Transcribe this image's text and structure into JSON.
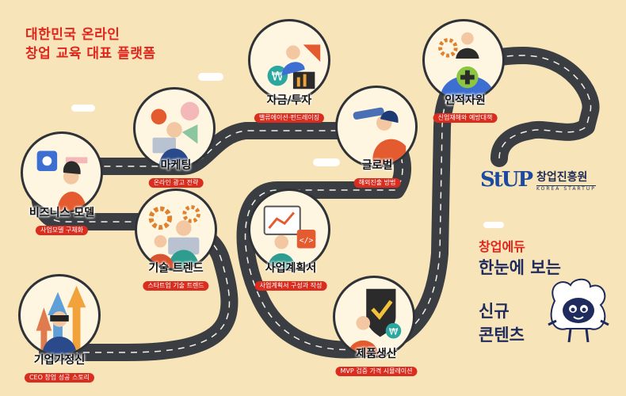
{
  "headline": {
    "line1": "대한민국 온라인",
    "line2": "창업 교육 대표 플랫폼"
  },
  "nodes": [
    {
      "title": "기업가정신",
      "subtitle": "CEO 창업 성공 스토리"
    },
    {
      "title": "기술 트렌드",
      "subtitle": "스타트업 기술 트렌드"
    },
    {
      "title": "비즈니스 모델",
      "subtitle": "사업모델 구체화"
    },
    {
      "title": "마케팅",
      "subtitle": "온라인 광고 전략"
    },
    {
      "title": "자금/투자",
      "subtitle": "밸류에이션·펀드레이징"
    },
    {
      "title": "사업계획서",
      "subtitle": "사업계획서 구성과 작성"
    },
    {
      "title": "글로벌",
      "subtitle": "해외진출 방법"
    },
    {
      "title": "제품생산",
      "subtitle": "MVP 검증 가격 시뮬레이션"
    },
    {
      "title": "인적자원",
      "subtitle": "신업재해와 예방대책"
    }
  ],
  "logo": {
    "mark": "StUP",
    "name": "창업진흥원",
    "sub": "KOREA STARTUP"
  },
  "promo": {
    "line1": "창업에듀",
    "line2": "한눈에 보는",
    "line3": "신규",
    "line4": "콘텐츠"
  },
  "colors": {
    "background": "#f7e4b8",
    "road": "#3a3d42",
    "accent": "#e0261d",
    "navy": "#1f2b5c"
  }
}
